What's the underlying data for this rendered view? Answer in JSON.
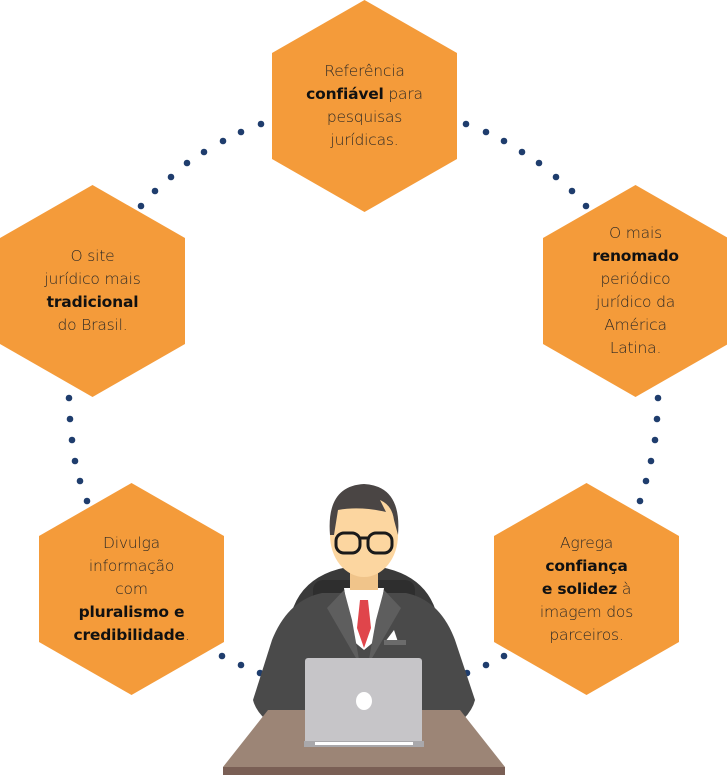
{
  "colors": {
    "hexagon": "#f49b3a",
    "dots": "#1f3d6d",
    "text": "#2e2a26"
  },
  "hexagons": {
    "top": {
      "l1": "Referência",
      "l2b": "confiável",
      "l2": " para",
      "l3": "pesquisas",
      "l4": "jurídicas."
    },
    "left": {
      "l1": "O site",
      "l2": "jurídico mais",
      "l3b": "tradicional",
      "l4": "do Brasil."
    },
    "right": {
      "l1": "O mais",
      "l2b": "renomado",
      "l3": "periódico",
      "l4": "jurídico da",
      "l5": "América",
      "l6": "Latina."
    },
    "bottom_left": {
      "l1": "Divulga",
      "l2": "informação",
      "l3": "com",
      "l4b": "pluralismo e",
      "l5b": "credibilidade",
      "l5": "."
    },
    "bottom_right": {
      "l1": "Agrega",
      "l2b": "confiança",
      "l3b": "e solidez",
      "l3": " à",
      "l4": "imagem dos",
      "l5": "parceiros."
    }
  }
}
